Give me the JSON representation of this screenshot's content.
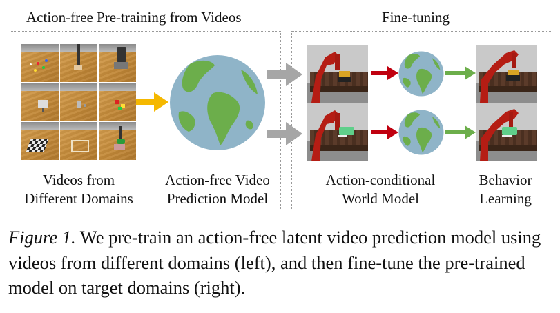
{
  "figure": {
    "left_panel": {
      "title": "Action-free Pre-training from Videos",
      "label_videos": [
        "Videos from",
        "Different Domains"
      ],
      "label_model": [
        "Action-free Video",
        "Prediction Model"
      ]
    },
    "right_panel": {
      "title": "Fine-tuning",
      "label_world_model": [
        "Action-conditional",
        "World Model"
      ],
      "label_behavior": [
        "Behavior",
        "Learning"
      ]
    },
    "colors": {
      "globe_ocean": "#8fb4c8",
      "globe_land": "#6cae4b",
      "arrow_pretrain": "#f5b800",
      "arrow_transfer": "#a6a6a6",
      "arrow_red": "#c0000f",
      "arrow_green": "#6cae4b",
      "robot_red": "#b51d14"
    }
  },
  "caption": {
    "label": "Figure 1.",
    "text": " We pre-train an action-free latent video prediction model using videos from different domains (left), and then fine-tune the pre-trained model on target domains (right)."
  }
}
